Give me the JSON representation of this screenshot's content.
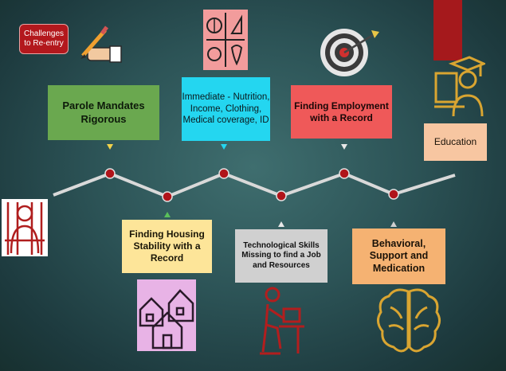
{
  "badge": {
    "label": "Challenges to Re-entry",
    "color": "#b3181d"
  },
  "boxes": {
    "parole": {
      "label": "Parole Mandates Rigorous",
      "color": "#6aa84f"
    },
    "immediate": {
      "label": "Immediate - Nutrition, Income, Clothing, Medical coverage, ID",
      "color": "#24d6f0"
    },
    "employment": {
      "label": "Finding Employment with a Record",
      "color": "#ef5959"
    },
    "education": {
      "label": "Education",
      "color": "#f7c6a1"
    },
    "housing": {
      "label": "Finding Housing Stability with a Record",
      "color": "#fde599"
    },
    "tech": {
      "label": "Technological Skills Missing to find a Job and Resources",
      "color": "#d0d0d0"
    },
    "behavioral": {
      "label": "Behavioral, Support and Medication",
      "color": "#f5b272"
    }
  },
  "icons": [
    "writing-hand-icon",
    "nutrition-icon",
    "target-icon",
    "graduate-online-icon",
    "prison-inmate-icon",
    "houses-icon",
    "person-at-computer-icon",
    "brain-icon"
  ],
  "timeline": {
    "node_color": "#b0141a",
    "line_color": "#d9d9d9"
  }
}
